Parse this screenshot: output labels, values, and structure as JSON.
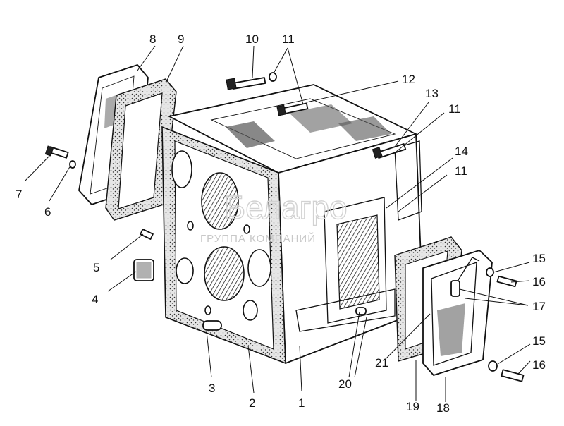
{
  "callouts": [
    "1",
    "2",
    "3",
    "4",
    "5",
    "6",
    "7",
    "8",
    "9",
    "10",
    "11",
    "12",
    "13",
    "14",
    "15",
    "16",
    "17",
    "18",
    "19",
    "20",
    "21"
  ],
  "watermark": {
    "logo_text": "Белагро",
    "subtitle": "ГРУППА КОМПАНИЙ"
  },
  "corner_mark": "⁻⁻"
}
